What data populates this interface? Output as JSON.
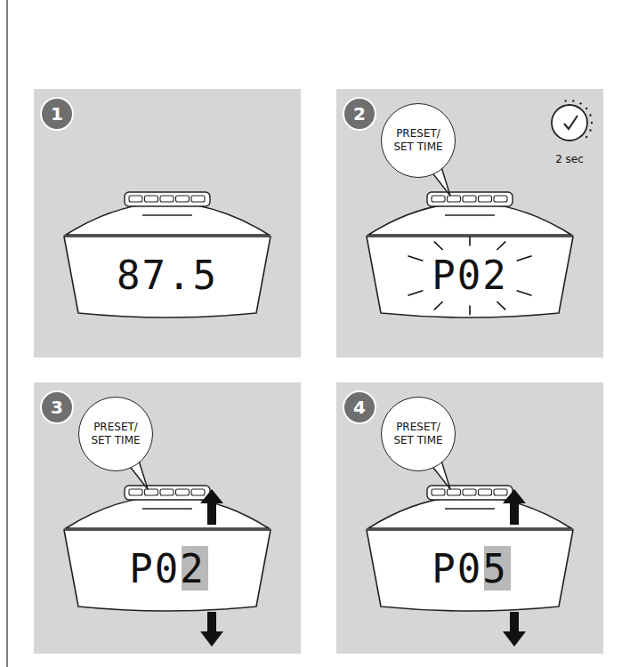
{
  "diagram": {
    "nodes": [
      {
        "text": [
          "1"
        ]
      },
      {
        "text": [
          "87.5"
        ]
      },
      {
        "text": [
          "2"
        ]
      },
      {
        "text": [
          "PRESET/ SET TIME"
        ]
      },
      {
        "text": [
          "P02"
        ]
      },
      {
        "text": [
          "3"
        ]
      },
      {
        "text": [
          "PRESET/ SET TIME"
        ]
      },
      {
        "text": [
          "P02"
        ]
      },
      {
        "text": [
          "4"
        ]
      },
      {
        "text": [
          "PRESET/ SET TIME"
        ]
      },
      {
        "text": [
          "P05"
        ]
      }
    ],
    "labels": [
      "2 sec"
    ]
  }
}
